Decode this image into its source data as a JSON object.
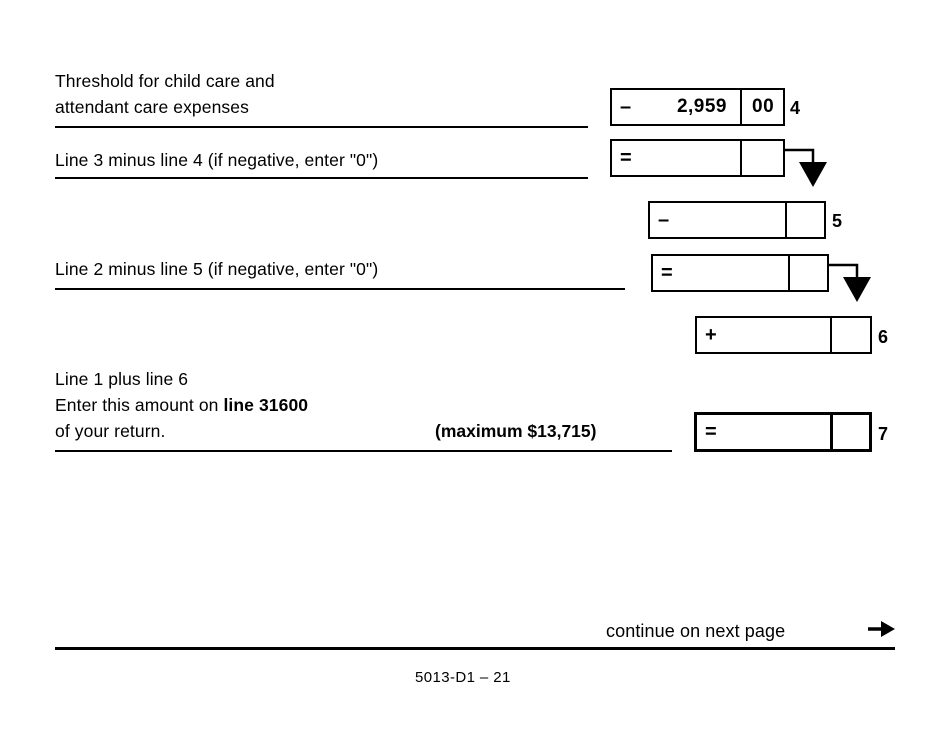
{
  "document": {
    "form_id": "5013-D1 – 21",
    "continue_text": "continue on next page",
    "continue_arrow_icon": "arrow-right-icon"
  },
  "rows": {
    "threshold": {
      "label": "Threshold for child care and\nattendant care expenses",
      "operator": "–",
      "amount": "2,959",
      "cents": "00",
      "line_number": "4"
    },
    "line3_minus_line4": {
      "label": "Line 3 minus line 4 (if negative, enter \"0\")",
      "operator": "=",
      "amount": "",
      "cents": ""
    },
    "subtract_5": {
      "operator": "–",
      "amount": "",
      "cents": "",
      "line_number": "5"
    },
    "line2_minus_line5": {
      "label": "Line 2 minus line 5 (if negative, enter \"0\")",
      "operator": "=",
      "amount": "",
      "cents": ""
    },
    "add_6": {
      "operator": "+",
      "amount": "",
      "cents": "",
      "line_number": "6"
    },
    "total_7": {
      "label_line1": "Line 1 plus line 6",
      "label_line2_prefix": "Enter this amount on ",
      "label_line2_bold": "line 31600",
      "label_line3": "of your return.",
      "maximum_note": "(maximum $13,715)",
      "operator": "=",
      "amount": "",
      "cents": "",
      "line_number": "7"
    }
  },
  "colors": {
    "ink": "#000000",
    "paper": "#ffffff"
  }
}
